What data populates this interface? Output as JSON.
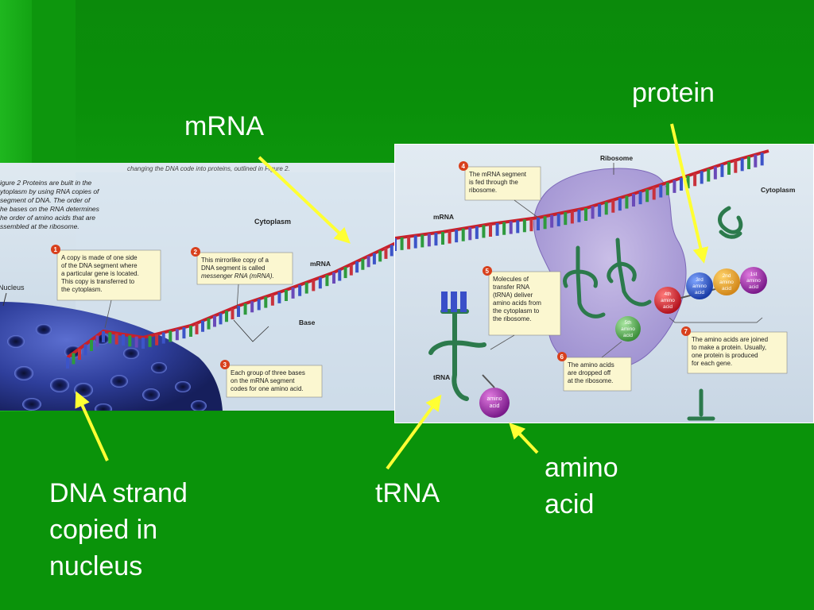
{
  "slide": {
    "labels": {
      "mrna": "mRNA",
      "protein": "protein",
      "dna": "DNA strand copied in nucleus",
      "trna": "tRNA",
      "amino": "amino acid"
    },
    "colors": {
      "background": "#0e8a0e",
      "arrow": "#ffff33",
      "label": "#ffffff"
    }
  },
  "figure_left": {
    "caption_top": "changing the DNA code into proteins, outlined in Figure 2.",
    "caption_lines": [
      "igure 2  Proteins are built in the",
      "ytoplasm by using RNA copies of",
      " segment of DNA. The order of",
      "he bases on the RNA determines",
      "he order of amino acids that are",
      "ssembled at the ribosome."
    ],
    "cytoplasm": "Cytoplasm",
    "nucleus": "Nucleus",
    "mrna": "mRNA",
    "base": "Base",
    "step1": {
      "num": "1",
      "lines": [
        "A copy is made of one side",
        "of the DNA segment where",
        "a particular gene is located.",
        "This copy is transferred to",
        "the cytoplasm."
      ]
    },
    "step2": {
      "num": "2",
      "lines": [
        "This mirrorlike copy of a",
        "DNA segment is called",
        "messenger RNA (mRNA)."
      ]
    },
    "step3": {
      "num": "3",
      "lines": [
        "Each group of three bases",
        "on the mRNA segment",
        "codes for one amino acid."
      ]
    }
  },
  "figure_right": {
    "ribosome": "Ribosome",
    "cytoplasm": "Cytoplasm",
    "mrna": "mRNA",
    "trna": "tRNA",
    "step4": {
      "num": "4",
      "lines": [
        "The mRNA segment",
        "is fed through the",
        "ribosome."
      ]
    },
    "step5": {
      "num": "5",
      "lines": [
        "Molecules of",
        "transfer RNA",
        "(tRNA) deliver",
        "amino acids from",
        "the cytoplasm to",
        "the ribosome."
      ]
    },
    "step6": {
      "num": "6",
      "lines": [
        "The amino acids",
        "are dropped off",
        "at the ribosome."
      ]
    },
    "step7": {
      "num": "7",
      "lines": [
        "The amino acids are joined",
        "to make a protein. Usually,",
        "one protein is produced",
        "for each gene."
      ]
    },
    "aa": {
      "first": [
        "1st",
        "amino",
        "acid"
      ],
      "second": [
        "2nd",
        "amino",
        "acid"
      ],
      "third": [
        "3rd",
        "amino",
        "acid"
      ],
      "fourth": [
        "4th",
        "amino",
        "acid"
      ],
      "fifth": [
        "5th",
        "amino",
        "acid"
      ],
      "free": [
        "amino",
        "acid"
      ]
    }
  }
}
